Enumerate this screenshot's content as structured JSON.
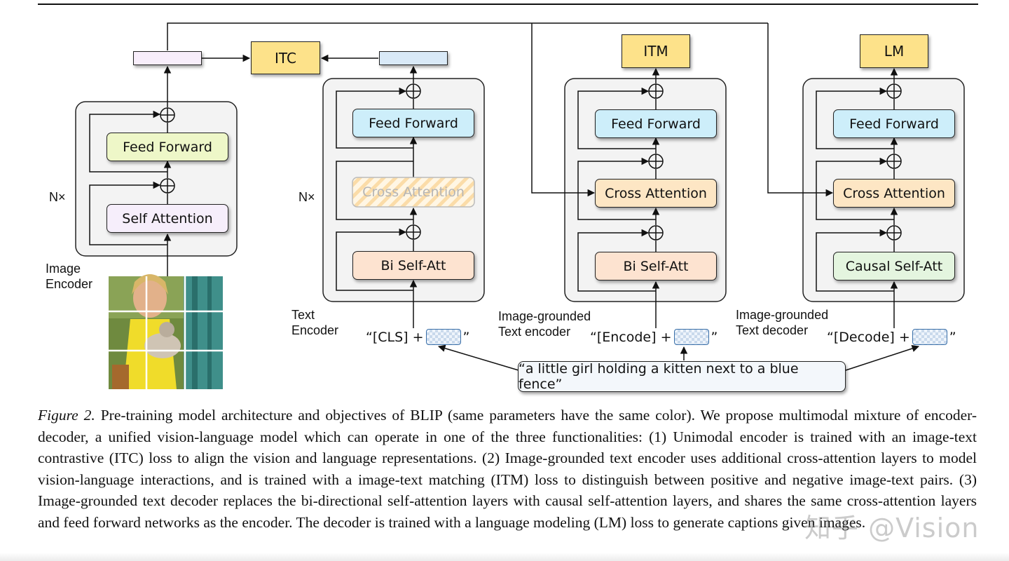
{
  "figure": {
    "heads": {
      "itc": "ITC",
      "itm": "ITM",
      "lm": "LM"
    },
    "image_encoder": {
      "repeat": "N×",
      "feed_forward": "Feed Forward",
      "self_attention": "Self Attention",
      "label": "Image\nEncoder",
      "colors": {
        "feed_forward": "#eef7c8",
        "self_attention": "#f6eefb",
        "output": "#f8eefb"
      }
    },
    "text_encoder": {
      "repeat": "N×",
      "feed_forward": "Feed Forward",
      "cross_attention": "Cross Attention",
      "bi_self_att": "Bi Self-Att",
      "label": "Text\nEncoder",
      "prompt_prefix": "“[CLS] +",
      "prompt_suffix": "”",
      "colors": {
        "feed_forward": "#cdeefa",
        "bi_self_att": "#fde3d0",
        "output": "#d9e9f7"
      }
    },
    "itm_encoder": {
      "feed_forward": "Feed Forward",
      "cross_attention": "Cross Attention",
      "bi_self_att": "Bi Self-Att",
      "label": "Image-grounded\nText encoder",
      "prompt_prefix": "“[Encode] +",
      "prompt_suffix": "”"
    },
    "lm_decoder": {
      "feed_forward": "Feed Forward",
      "cross_attention": "Cross Attention",
      "causal_self_att": "Causal Self-Att",
      "label": "Image-grounded\nText decoder",
      "prompt_prefix": "“[Decode] +",
      "prompt_suffix": "”",
      "colors": {
        "causal_self_att": "#e4f5df",
        "cross_attention": "#fde6c4"
      }
    },
    "input_text": "“a little girl holding a kitten next to a blue fence”",
    "head_color": "#fde28a"
  },
  "caption": {
    "label": "Figure 2.",
    "text": " Pre-training model architecture and objectives of BLIP (same parameters have the same color). We propose multimodal mixture of encoder-decoder, a unified vision-language model which can operate in one of the three functionalities: (1) Unimodal encoder is trained with an image-text contrastive (ITC) loss to align the vision and language representations. (2) Image-grounded text encoder uses additional cross-attention layers to model vision-language interactions, and is trained with a image-text matching (ITM) loss to distinguish between positive and negative image-text pairs. (3) Image-grounded text decoder replaces the bi-directional self-attention layers with causal self-attention layers, and shares the same cross-attention layers and feed forward networks as the encoder. The decoder is trained with a language modeling (LM) loss to generate captions given images."
  },
  "watermark": "知乎 @Vision"
}
